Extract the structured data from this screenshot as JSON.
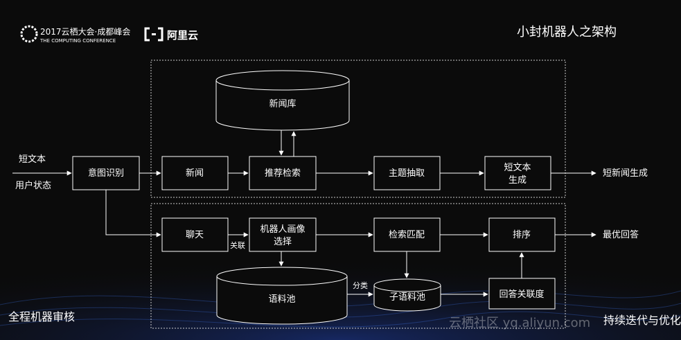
{
  "header": {
    "conference_line1": "2017云栖大会·成都峰会",
    "conference_line2": "THE COMPUTING CONFERENCE",
    "aliyun_label": "阿里云",
    "page_title": "小封机器人之架构"
  },
  "inputs": {
    "short_text": "短文本",
    "user_state": "用户状态"
  },
  "nodes": {
    "intent": "意图识别",
    "news_db": "新闻库",
    "news": "新闻",
    "recommend_search": "推荐检索",
    "topic_extract": "主题抽取",
    "short_text_gen_line1": "短文本",
    "short_text_gen_line2": "生成",
    "chat": "聊天",
    "robot_profile_line1": "机器人画像",
    "robot_profile_line2": "选择",
    "search_match": "检索匹配",
    "rank": "排序",
    "corpus_pool": "语料池",
    "sub_corpus_pool": "子语料池",
    "answer_relevance": "回答关联度"
  },
  "edge_labels": {
    "relate": "关联",
    "classify": "分类"
  },
  "outputs": {
    "short_news": "短新闻生成",
    "best_answer": "最优回答"
  },
  "footer": {
    "left_caption": "全程机器审核",
    "right_caption": "持续迭代与优化",
    "watermark": "云栖社区 yq.aliyun.com"
  }
}
